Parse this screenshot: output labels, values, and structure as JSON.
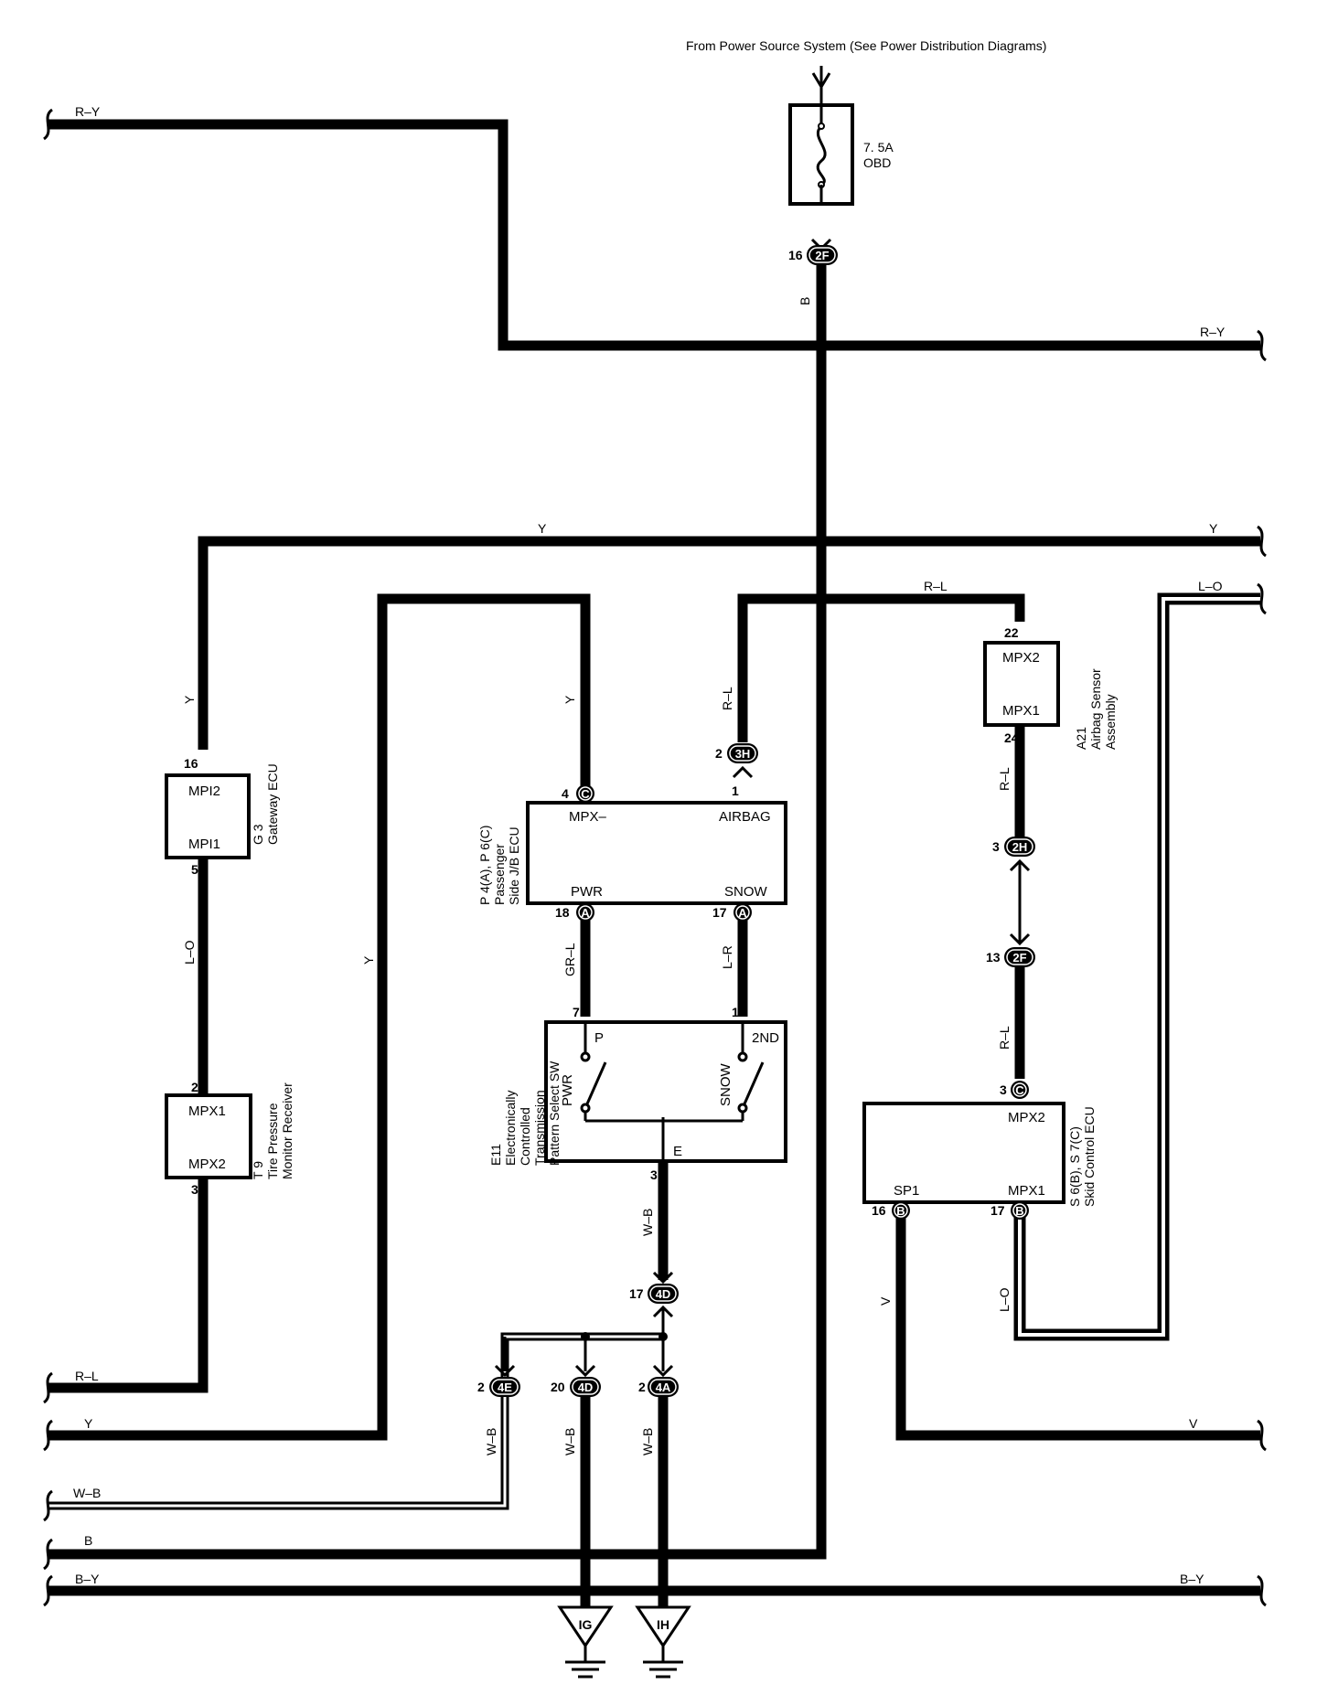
{
  "header": {
    "power_source": "From Power Source System (See  Power Distribution Diagrams)"
  },
  "fuse": {
    "rating": "7. 5A",
    "name": "OBD"
  },
  "wires": {
    "ry_left": "R–Y",
    "ry_right": "R–Y",
    "y_top_mid": "Y",
    "y_top_right": "Y",
    "rl_top": "R–L",
    "lo_top": "L–O",
    "b_vertical": "B",
    "y_gateway": "Y",
    "lo_gateway": "L–O",
    "y_long": "Y",
    "y_pjb": "Y",
    "rl_airbag": "R–L",
    "rl_a21": "R–L",
    "rl_skid": "R–L",
    "gr_l": "GR–L",
    "l_r": "L–R",
    "wb_e11": "W–B",
    "wb_4e": "W–B",
    "wb_4d": "W–B",
    "wb_4a": "W–B",
    "v_skid": "V",
    "lo_skid": "L–O",
    "rl_bottom": "R–L",
    "y_bottom": "Y",
    "wb_bottom": "W–B",
    "b_bottom": "B",
    "by_left": "B–Y",
    "by_right": "B–Y",
    "v_right": "V"
  },
  "connectors": {
    "c2F_top": {
      "id": "2F",
      "pin": "16"
    },
    "c3H": {
      "id": "3H",
      "pin": "2"
    },
    "c2H": {
      "id": "2H",
      "pin": "3"
    },
    "c2F_mid": {
      "id": "2F",
      "pin": "13"
    },
    "cP4C": {
      "id": "C",
      "pin": "4"
    },
    "cP4A_pwr": {
      "id": "A",
      "pin": "18"
    },
    "cP4A_snow": {
      "id": "A",
      "pin": "17"
    },
    "cS7C": {
      "id": "C",
      "pin": "3"
    },
    "cS6B_sp1": {
      "id": "B",
      "pin": "16"
    },
    "cS6B_mpx1": {
      "id": "B",
      "pin": "17"
    },
    "c4D_top": {
      "id": "4D",
      "pin": "17"
    },
    "c4E": {
      "id": "4E",
      "pin": "2"
    },
    "c4D_bot": {
      "id": "4D",
      "pin": "20"
    },
    "c4A": {
      "id": "4A",
      "pin": "2"
    }
  },
  "pins": {
    "airbag_1": "1",
    "a21_22": "22",
    "a21_24": "24",
    "g3_16": "16",
    "g3_5": "5",
    "t9_2": "2",
    "t9_3": "3",
    "e11_7": "7",
    "e11_1": "1",
    "e11_3": "3"
  },
  "components": {
    "gateway": {
      "t1": "MPI2",
      "t2": "MPI1",
      "code": "G 3",
      "name": "Gateway ECU"
    },
    "tire": {
      "t1": "MPX1",
      "t2": "MPX2",
      "code": "T 9",
      "name1": "Tire Pressure",
      "name2": "Monitor Receiver"
    },
    "pjb": {
      "t_mpx": "MPX–",
      "t_airbag": "AIRBAG",
      "t_pwr": "PWR",
      "t_snow": "SNOW",
      "code": "P 4(A), P 6(C)",
      "name1": "Passenger",
      "name2": "Side J/B ECU"
    },
    "a21": {
      "t1": "MPX2",
      "t2": "MPX1",
      "code": "A21",
      "name1": "Airbag Sensor",
      "name2": "Assembly"
    },
    "e11": {
      "t_p": "P",
      "t_2nd": "2ND",
      "t_pwr": "PWR",
      "t_snow": "SNOW",
      "t_e": "E",
      "code": "E11",
      "name1": "Electronically",
      "name2": "Controlled",
      "name3": "Transmission",
      "name4": "Pattern Select SW"
    },
    "skid": {
      "t_mpx2": "MPX2",
      "t_sp1": "SP1",
      "t_mpx1": "MPX1",
      "code": "S 6(B), S 7(C)",
      "name": "Skid Control ECU"
    }
  },
  "grounds": {
    "ig": "IG",
    "ih": "IH"
  }
}
